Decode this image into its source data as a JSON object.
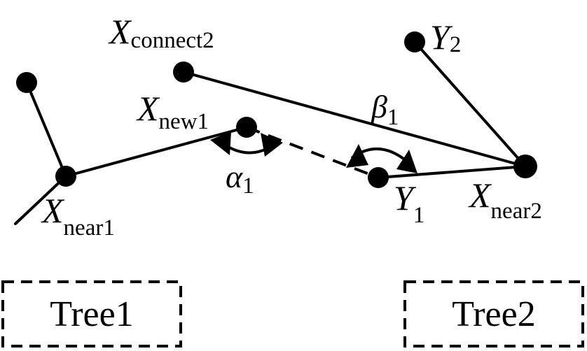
{
  "labels": {
    "x_connect2": {
      "main": "X",
      "sub": "connect2"
    },
    "x_new1": {
      "main": "X",
      "sub": "new1"
    },
    "x_near1": {
      "main": "X",
      "sub": "near1"
    },
    "x_near2": {
      "main": "X",
      "sub": "near2"
    },
    "y1": {
      "main": "Y",
      "sub": "1"
    },
    "y2": {
      "main": "Y",
      "sub": "2"
    },
    "alpha1": {
      "main": "α",
      "sub": "1"
    },
    "beta1": {
      "main": "β",
      "sub": "1"
    }
  },
  "trees": {
    "tree1": "Tree1",
    "tree2": "Tree2"
  }
}
